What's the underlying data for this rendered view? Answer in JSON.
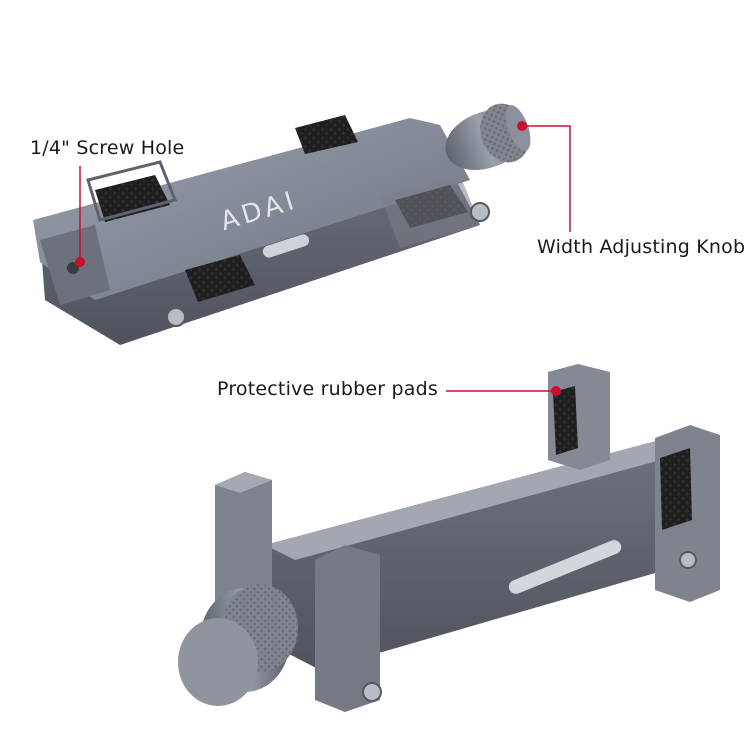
{
  "image": {
    "background": "#ffffff",
    "metal_color": "#7d8290",
    "rubber_color": "#1e1e1e",
    "callout_color": "#c8102e"
  },
  "labels": {
    "screw_hole": "1/4\" Screw Hole",
    "width_knob": "Width Adjusting Knob",
    "rubber_pads": "Protective rubber pads"
  },
  "brand": {
    "logo_text": "ADAI"
  }
}
